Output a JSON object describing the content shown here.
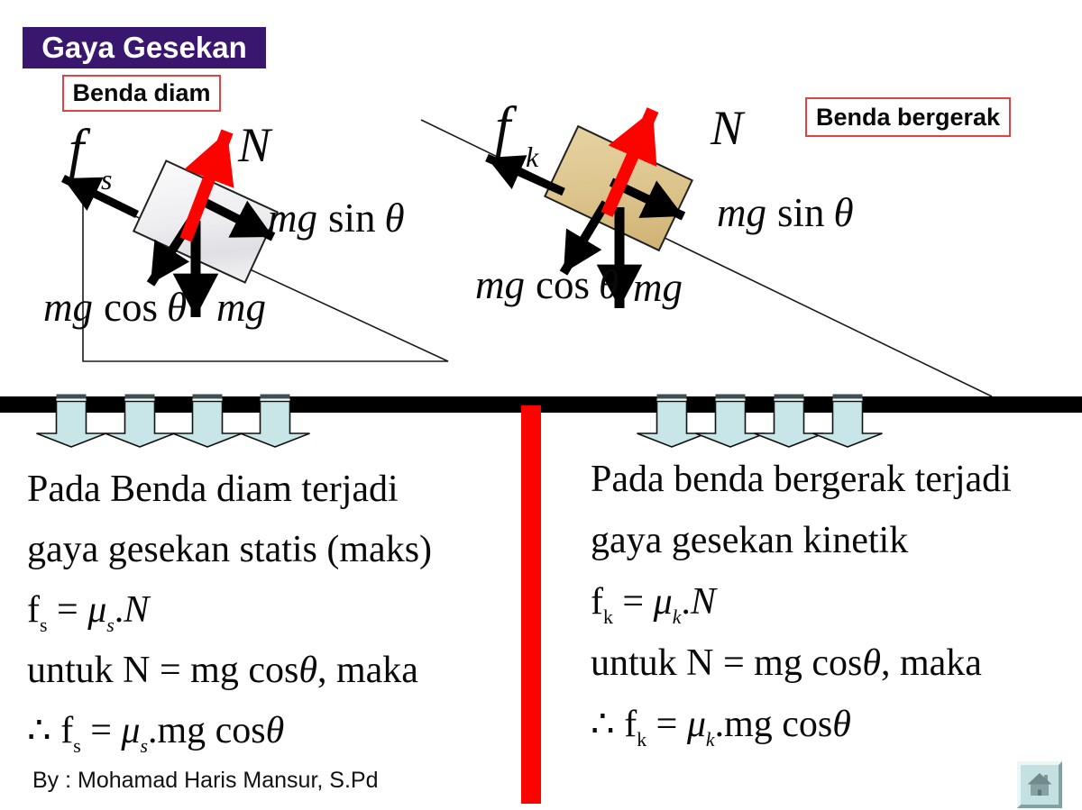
{
  "title": "Gaya Gesekan",
  "boxes": {
    "left": "Benda diam",
    "right": "Benda bergerak"
  },
  "symbols": {
    "f": "f",
    "s_sub": "s",
    "k_sub": "k",
    "N": "N",
    "mg": "mg",
    "sin": "sin",
    "cos": "cos",
    "theta": "θ"
  },
  "left_text": {
    "lines": [
      [
        {
          "t": "Pada Benda diam terjadi"
        }
      ],
      [
        {
          "t": "gaya gesekan statis (maks)"
        }
      ],
      [
        {
          "t": "f"
        },
        {
          "t": "s",
          "s": "sub"
        },
        {
          "t": " = "
        },
        {
          "t": "μ",
          "s": "i"
        },
        {
          "t": "s",
          "s": "i sub"
        },
        {
          "t": "."
        },
        {
          "t": "N",
          "s": "i"
        }
      ],
      [
        {
          "t": "untuk N = mg cos"
        },
        {
          "t": "θ",
          "s": "i"
        },
        {
          "t": ", maka"
        }
      ],
      [
        {
          "t": "∴ f"
        },
        {
          "t": "s",
          "s": "sub"
        },
        {
          "t": " = "
        },
        {
          "t": "μ",
          "s": "i"
        },
        {
          "t": "s",
          "s": "i sub"
        },
        {
          "t": ".mg cos"
        },
        {
          "t": "θ",
          "s": "i"
        }
      ]
    ],
    "byline": "By : Mohamad Haris Mansur, S.Pd"
  },
  "right_text": {
    "lines": [
      [
        {
          "t": "Pada benda bergerak terjadi"
        }
      ],
      [
        {
          "t": "gaya gesekan kinetik"
        }
      ],
      [
        {
          "t": "f"
        },
        {
          "t": "k",
          "s": "sub"
        },
        {
          "t": " = "
        },
        {
          "t": "μ",
          "s": "i"
        },
        {
          "t": "k",
          "s": "i sub"
        },
        {
          "t": "."
        },
        {
          "t": "N",
          "s": "i"
        }
      ],
      [
        {
          "t": "untuk N = mg cos"
        },
        {
          "t": "θ",
          "s": "i"
        },
        {
          "t": ", maka"
        }
      ],
      [
        {
          "t": "∴ f"
        },
        {
          "t": "k",
          "s": "sub"
        },
        {
          "t": " = "
        },
        {
          "t": "μ",
          "s": "i"
        },
        {
          "t": "k",
          "s": "i sub"
        },
        {
          "t": ".mg cos"
        },
        {
          "t": "θ",
          "s": "i"
        }
      ]
    ]
  },
  "icons": {
    "home": "house"
  },
  "colors": {
    "banner": "#3a176f",
    "banner_text": "#ffffff",
    "box_border": "#e04343",
    "accent_red": "#fb0400",
    "arrow_black": "#000000",
    "bar_black": "#000000",
    "blue_arrow_fill": "#c8e5e7",
    "blue_arrow_cap": "#3d5154",
    "home_btn_bg": "#c4e0e1",
    "home_icon": "#7e9a9b",
    "block_left_fill": "#efeff2",
    "block_right_fill": "#dcc38b"
  }
}
